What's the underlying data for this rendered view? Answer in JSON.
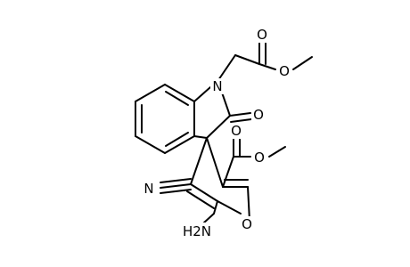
{
  "molecule": {
    "atoms": {
      "n1": "N",
      "o_ring_carbonyl": "O",
      "o_ester1_carbonyl": "O",
      "o_ester1_ether": "O",
      "o_ester2_carbonyl": "O",
      "o_ester2_ether": "O",
      "n_nitrile": "N",
      "nh2": "H2N",
      "o_pyran": "O"
    },
    "colors": {
      "bond": "#000000",
      "text": "#000000",
      "background": "#ffffff"
    }
  }
}
